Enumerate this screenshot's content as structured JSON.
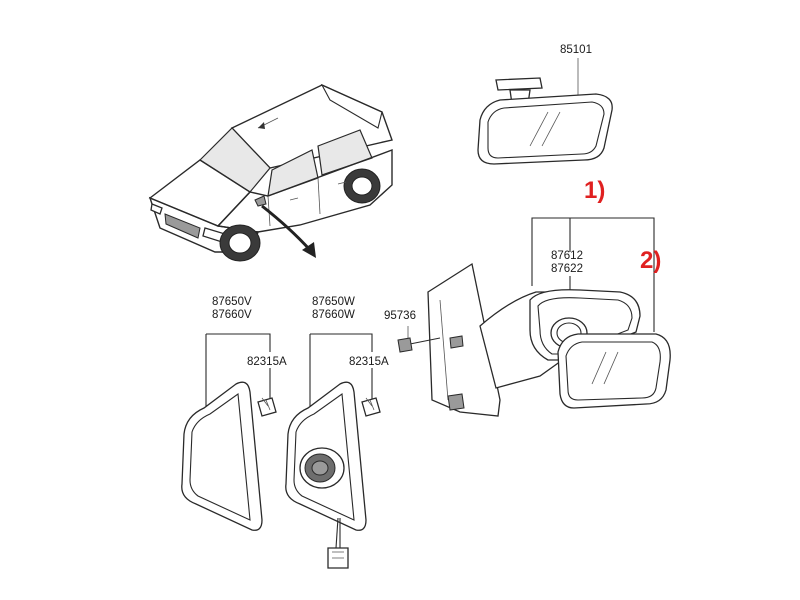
{
  "part_numbers": {
    "rear_view_mirror": "85101",
    "mirror_assy_line1": "87612",
    "mirror_assy_line2": "87622",
    "screw": "95736",
    "garnish_left_line1": "87650V",
    "garnish_left_line2": "87660V",
    "clip_left": "82315A",
    "garnish_right_line1": "87650W",
    "garnish_right_line2": "87660W",
    "clip_right": "82315A"
  },
  "callouts": {
    "first": "1)",
    "second": "2)"
  },
  "colors": {
    "callout": "#e02020",
    "line": "#2a2a2a"
  }
}
